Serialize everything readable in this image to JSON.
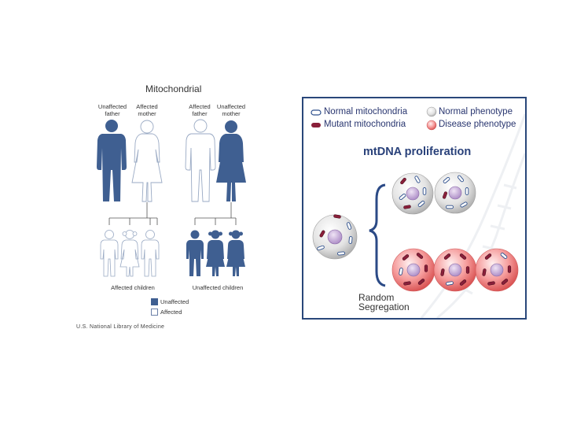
{
  "pedigree": {
    "title": "Mitochondrial",
    "family1": {
      "father_label": "Unaffected\nfather",
      "mother_label": "Affected\nmother",
      "children_label": "Affected children"
    },
    "family2": {
      "father_label": "Affected\nfather",
      "mother_label": "Unaffected\nmother",
      "children_label": "Unaffected children"
    },
    "legend": {
      "unaffected": "Unaffected",
      "affected": "Affected"
    },
    "credit": "U.S. National Library of Medicine",
    "colors": {
      "unaffected": "#3f5f91",
      "affected": "#ffffff",
      "outline": "#9aaac4",
      "line": "#555555"
    }
  },
  "proliferation": {
    "legend": {
      "normal_mito": "Normal mitochondria",
      "mutant_mito": "Mutant mitochondria",
      "normal_pheno": "Normal phenotype",
      "disease_pheno": "Disease phenotype"
    },
    "title": "mtDNA proliferation",
    "segregation_label": "Random\nSegregation",
    "colors": {
      "border": "#29477a",
      "brace": "#2b4a86",
      "normal_cell": "#d8d8d8",
      "disease_cell": "#f28b8b",
      "nucleus": "#c9b3d9",
      "mutant": "#8a1f3a"
    }
  }
}
